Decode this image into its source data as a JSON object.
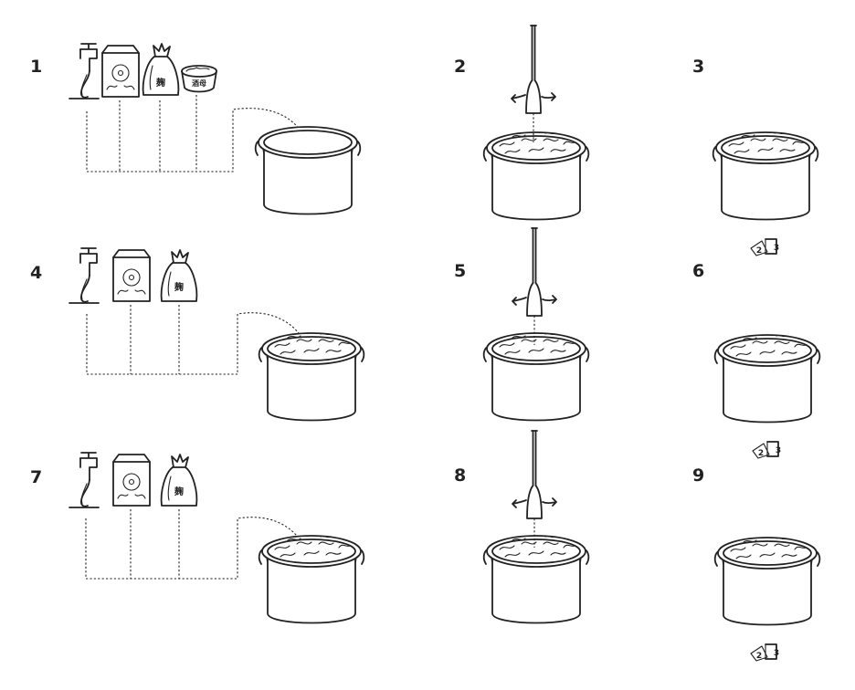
{
  "steps": [
    {
      "number": "1"
    },
    {
      "number": "2"
    },
    {
      "number": "3"
    },
    {
      "number": "4"
    },
    {
      "number": "5"
    },
    {
      "number": "6"
    },
    {
      "number": "7"
    },
    {
      "number": "8"
    },
    {
      "number": "9"
    }
  ],
  "icons": {
    "koji_bag_label": "麹",
    "jar_label": "酒母",
    "calendar_day_2": "2",
    "calendar_day_3": "3"
  },
  "colors": {
    "stroke": "#222222",
    "background": "#ffffff"
  }
}
